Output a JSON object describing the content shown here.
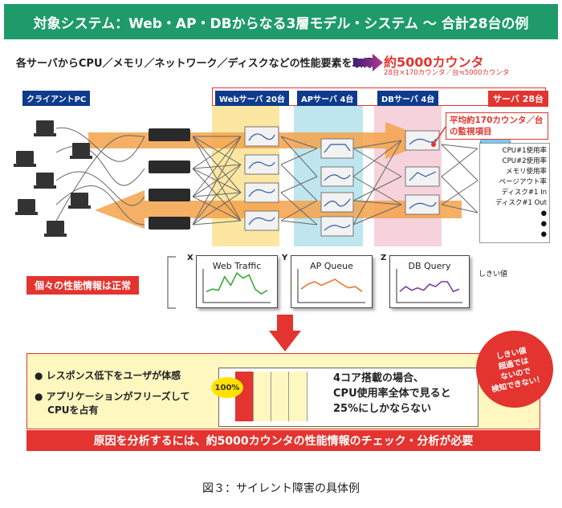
{
  "title": "対象システム：Web・AP・DBからなる3層モデル・システム ～ 合計28台の例",
  "subtitle": "各サーバからCPU／メモリ／ネットワーク／ディスクなどの性能要素を取得",
  "counter": {
    "main": "約5000カウンタ",
    "sub": "28台×170カウンタ／台≒5000カウンタ"
  },
  "sections": {
    "client": "クライアントPC",
    "web": "Webサーバ 20台",
    "ap": "APサーバ 4台",
    "db": "DBサーバ 4台",
    "total": "サーバ 28台"
  },
  "avg_box": "平均約170カウンタ／台の監視項目",
  "metrics": [
    "CPU#1使用率",
    "CPU#2使用率",
    "メモリ使用率",
    "ページアウト率",
    "ディスク#1 In",
    "ディスク#1 Out",
    "●",
    "●",
    "●"
  ],
  "normal_label": "個々の性能情報は正常",
  "charts": [
    {
      "axis": "X",
      "title": "Web Traffic",
      "color": "#3aaa35",
      "values": [
        18,
        22,
        20,
        42,
        28,
        48,
        40,
        45,
        22,
        14,
        20
      ]
    },
    {
      "axis": "Y",
      "title": "AP Queue",
      "color": "#e8782d",
      "values": [
        22,
        30,
        34,
        28,
        33,
        38,
        30,
        24,
        26,
        18
      ]
    },
    {
      "axis": "Z",
      "title": "DB Query",
      "color": "#7b3fa0",
      "values": [
        18,
        26,
        20,
        24,
        20,
        30,
        26,
        34,
        34,
        18,
        22
      ]
    }
  ],
  "threshold_label": "しきい値",
  "bullets": [
    "● レスポンス低下をユーザが体感",
    "● アプリケーションがフリーズして",
    "　 CPUを占有"
  ],
  "badge_100": "100%",
  "core_text": [
    "4コア搭載の場合、",
    "CPU使用率全体で見ると",
    "25%にしかならない"
  ],
  "alert": [
    "しきい値",
    "超過では",
    "ないので",
    "検知できない！"
  ],
  "bottom_banner": "原因を分析するには、約5000カウンタの性能情報のチェック・分析が必要",
  "caption": "図３：サイレント障害の具体例",
  "colors": {
    "title_bg": "#1f9a6b",
    "accent_red": "#e3342f",
    "web_zone": "#fbe7a1",
    "ap_zone": "#bfe6ee",
    "db_zone": "#f6d3dc",
    "section_label": "#0e3b8c"
  }
}
